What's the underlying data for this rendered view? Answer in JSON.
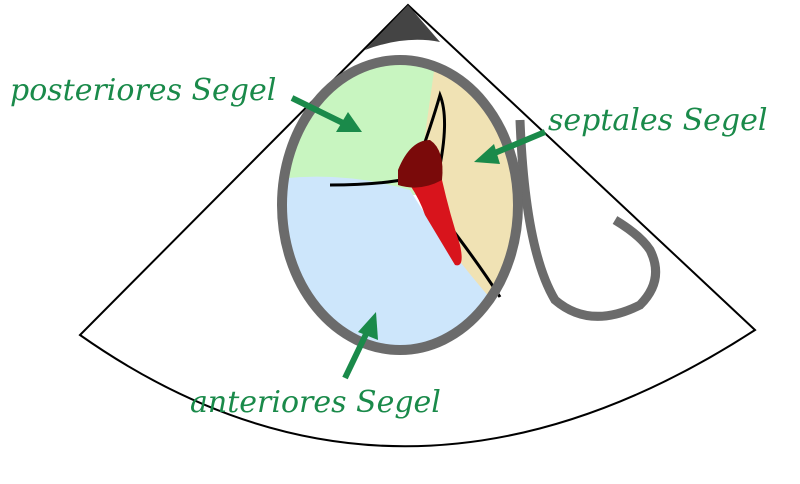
{
  "labels": {
    "posterior": "posteriores Segel",
    "septal": "septales Segel",
    "anterior": "anteriores Segel"
  },
  "colors": {
    "label_green": "#1a8a4a",
    "posterior_leaflet": "#c8f5c0",
    "septal_leaflet": "#f0e2b4",
    "anterior_leaflet": "#cde6fb",
    "outline_gray": "#6b6b6b",
    "jet_red": "#d8141c",
    "jet_dark": "#7a0a0a"
  }
}
